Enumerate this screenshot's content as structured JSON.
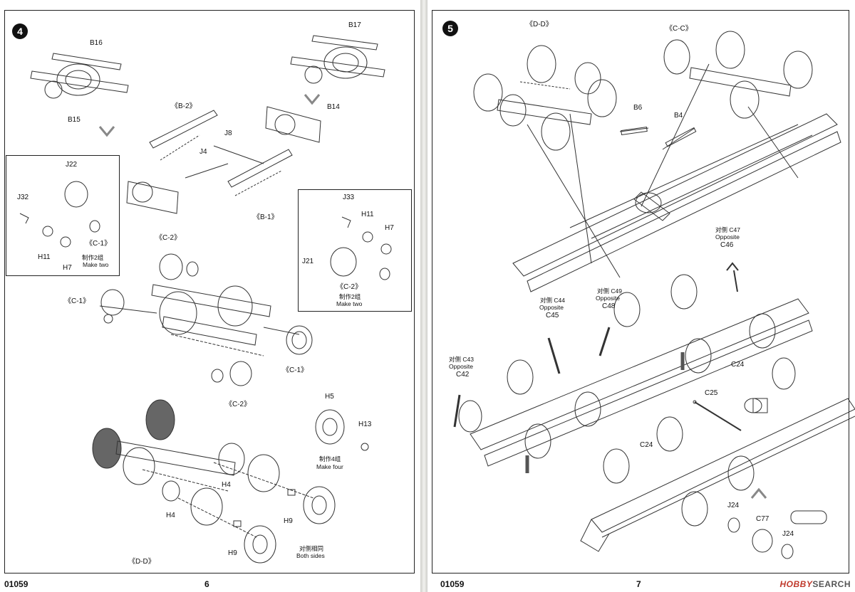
{
  "left_page": {
    "step": "4",
    "catalog": "01059",
    "page_number": "6",
    "labels": {
      "b16": "B16",
      "b15": "B15",
      "b17": "B17",
      "b14": "B14",
      "b2": "《B-2》",
      "j8": "J8",
      "j4": "J4",
      "b1": "《B-1》",
      "j22": "J22",
      "j32": "J32",
      "h11a": "H11",
      "h7a": "H7",
      "c1a": "《C-1》",
      "j33": "J33",
      "h11b": "H11",
      "h7b": "H7",
      "j21": "J21",
      "c2a": "《C-2》",
      "c2b": "《C-2》",
      "c1b": "《C-1》",
      "c1c": "《C-1》",
      "c2c": "《C-2》",
      "h5": "H5",
      "h13": "H13",
      "h4a": "H4",
      "h9a": "H9",
      "h4b": "H4",
      "h9b": "H9",
      "dd": "《D-D》"
    },
    "notes": {
      "make_two_a_cn": "制作2组",
      "make_two_a_en": "Make two",
      "make_two_b_cn": "制作2组",
      "make_two_b_en": "Make two",
      "make_four_cn": "制作4组",
      "make_four_en": "Make four",
      "both_sides_cn": "对侧相同",
      "both_sides_en": "Both sides"
    }
  },
  "right_page": {
    "step": "5",
    "catalog": "01059",
    "page_number": "7",
    "labels": {
      "dd": "《D-D》",
      "cc": "《C-C》",
      "b6": "B6",
      "b4": "B4",
      "c46": "C46",
      "c48": "C48",
      "c45": "C45",
      "c42": "C42",
      "c24a": "C24",
      "c25": "C25",
      "c24b": "C24",
      "j24a": "J24",
      "c77": "C77",
      "j24b": "J24"
    },
    "notes": {
      "c47_cn": "对侧 C47",
      "c47_en": "Opposite",
      "c49_cn": "对侧 C49",
      "c49_en": "Opposite",
      "c44_cn": "对侧 C44",
      "c44_en": "Opposite",
      "c43_cn": "对侧 C43",
      "c43_en": "Opposite"
    },
    "watermark_brand": "HOBBY",
    "watermark_rest": "SEARCH"
  }
}
